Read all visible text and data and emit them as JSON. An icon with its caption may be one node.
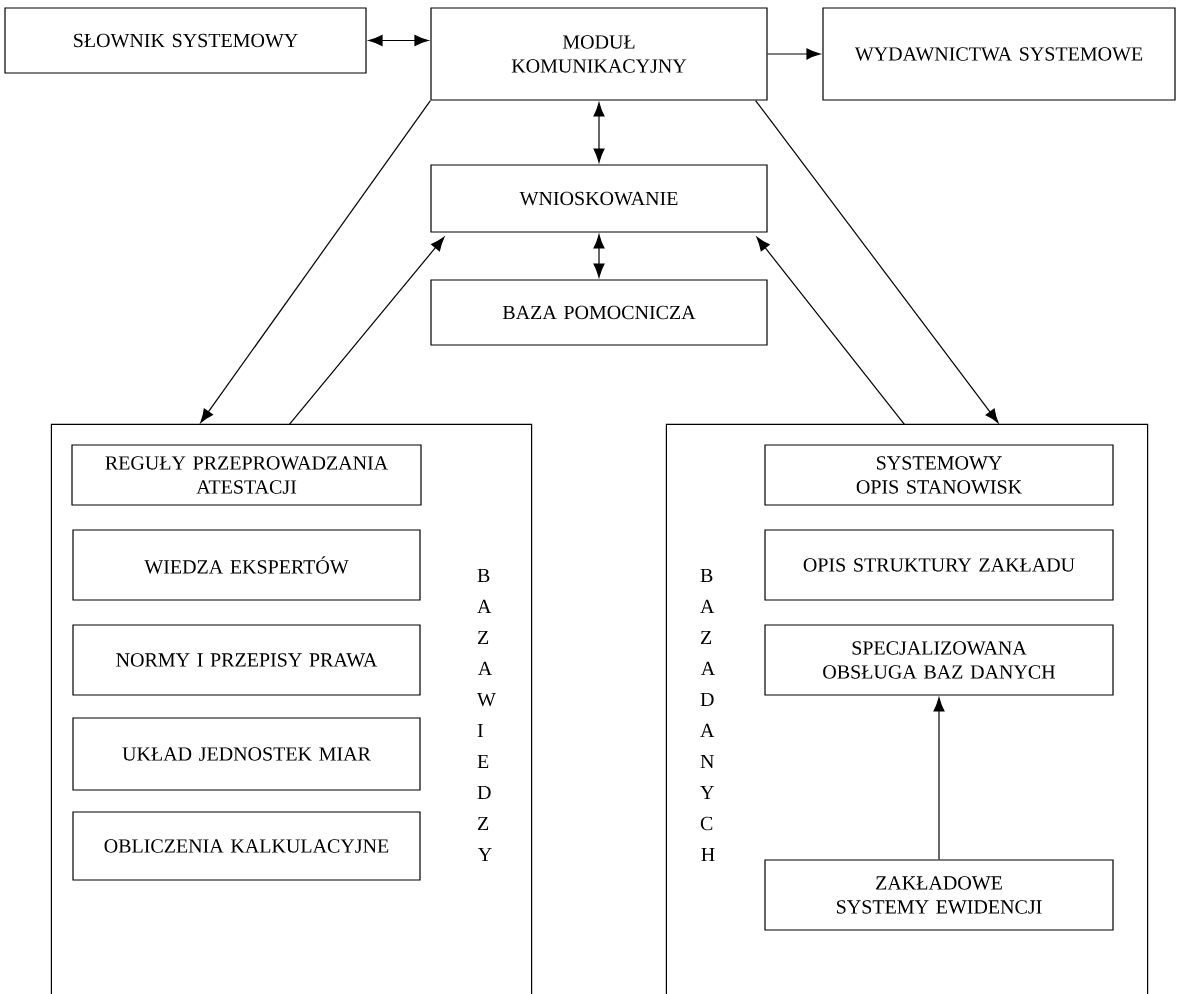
{
  "diagram": {
    "nodes": [
      {
        "text": [
          "SŁOWNIK SYSTEMOWY"
        ]
      },
      {
        "text": [
          "MODUŁ KOMUNIKACYJNY"
        ]
      },
      {
        "text": [
          "WYDAWNICTWA SYSTEMOWE"
        ]
      },
      {
        "text": [
          "WNIOSKOWANIE"
        ]
      },
      {
        "text": [
          "BAZA POMOCNICZA"
        ]
      },
      {
        "text": [
          "BAZA WIEDZY"
        ]
      },
      {
        "text": [
          "REGUŁY PRZEPROWADZANIA ATESTACJI"
        ],
        "in": 5
      },
      {
        "text": [
          "WIEDZA EKSPERTÓW"
        ],
        "in": 5
      },
      {
        "text": [
          "NORMY I PRZEPISY PRAWA"
        ],
        "in": 5
      },
      {
        "text": [
          "UKŁAD JEDNOSTEK MIAR"
        ],
        "in": 5
      },
      {
        "text": [
          "OBLICZENIA KALKULACYJNE"
        ],
        "in": 5
      },
      {
        "text": [
          "BAZA DANYCH"
        ]
      },
      {
        "text": [
          "SYSTEMOWY OPIS STANOWISK"
        ],
        "in": 11
      },
      {
        "text": [
          "OPIS STRUKTURY ZAKŁADU"
        ],
        "in": 11
      },
      {
        "text": [
          "SPECJALIZOWANA OBSŁUGA BAZ DANYCH"
        ],
        "in": 11
      },
      {
        "text": [
          "ZAKŁADOWE SYSTEMY EWIDENCJI"
        ],
        "in": 11
      }
    ],
    "edges": [
      {
        "from": 0,
        "to": 1,
        "arrow": "both"
      },
      {
        "from": 1,
        "to": 2,
        "arrow": "to"
      },
      {
        "from": 1,
        "to": 3,
        "arrow": "both"
      },
      {
        "from": 3,
        "to": 4,
        "arrow": "both"
      },
      {
        "from": 1,
        "to": 5,
        "arrow": "to"
      },
      {
        "from": 5,
        "to": 3,
        "arrow": "to"
      },
      {
        "from": 1,
        "to": 11,
        "arrow": "to"
      },
      {
        "from": 11,
        "to": 3,
        "arrow": "to"
      },
      {
        "from": 15,
        "to": 14,
        "arrow": "to"
      }
    ]
  }
}
